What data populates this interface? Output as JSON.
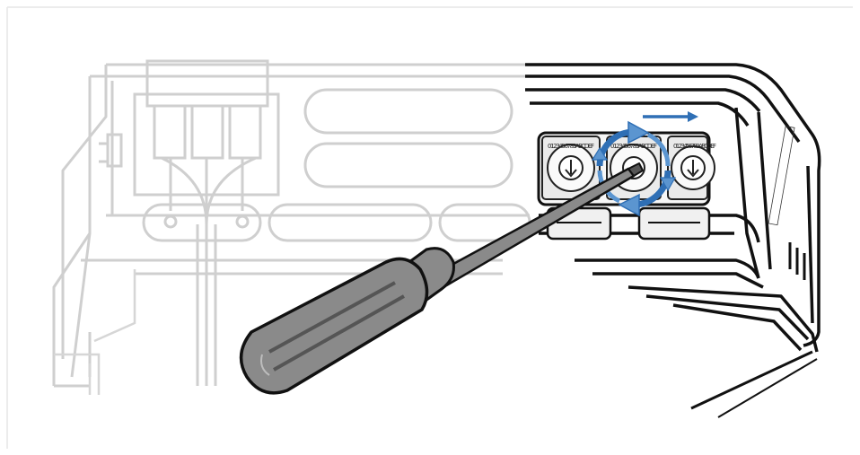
{
  "diagram": {
    "colors": {
      "ghost_outline": "#cfcfcf",
      "solid_outline": "#111111",
      "accent_arrow": "#2f6fb5",
      "arrow_fill_light": "#5b95d0",
      "screwdriver_fill": "#8a8a8a",
      "screwdriver_dark": "#555555",
      "frame_line": "#e6e6e6"
    },
    "icons": [
      "screwdriver-icon",
      "rotate-arrow-icon",
      "slide-right-arrow-icon",
      "rotary-switch-icon",
      "terminal-block-icon"
    ],
    "switch_left": {
      "digits": "0123456789ABCDEF"
    },
    "switch_center": {
      "digits": "0123456789ABCDEF"
    },
    "switch_right": {
      "digits": "0123456789ABCDEF"
    }
  }
}
